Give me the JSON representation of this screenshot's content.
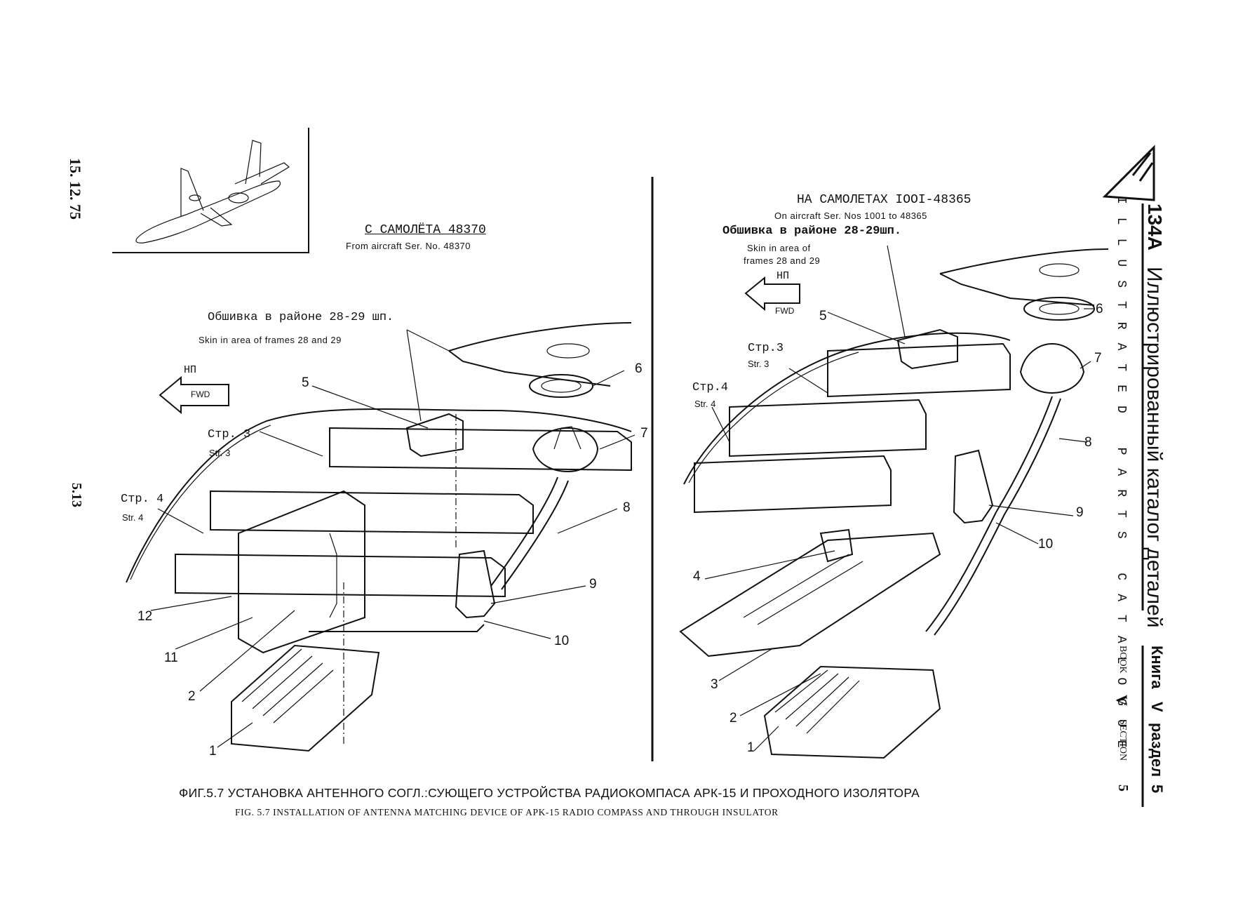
{
  "margin": {
    "date": "15. 12. 75",
    "page_number": "5.13"
  },
  "side_header": {
    "model": "134A",
    "title_ru": "Иллюстрированный каталог деталей",
    "title_en": "ILLUSTRATED PARTS CATALOGUE",
    "book_ru_label": "Книга",
    "book_value": "V",
    "section_ru_label": "раздел",
    "section_value": "5",
    "book_en_label": "BOOK",
    "section_en_label": "SECTION"
  },
  "left_view": {
    "heading_ru": "С САМОЛЁТА 48370",
    "heading_en": "From aircraft Ser. No. 48370",
    "skin_ru": "Обшивка в районе 28-29 шп.",
    "skin_en": "Skin in area of frames 28 and 29",
    "fwd_ru": "НП",
    "fwd_en": "FWD",
    "str3_ru": "Стр. 3",
    "str3_en": "Str. 3",
    "str4_ru": "Стр. 4",
    "str4_en": "Str. 4",
    "callouts": [
      "1",
      "2",
      "5",
      "6",
      "7",
      "8",
      "9",
      "10",
      "11",
      "12"
    ]
  },
  "right_view": {
    "heading_ru": "НА САМОЛЕТАХ IOOI-48365",
    "heading_en": "On aircraft Ser. Nos 1001 to 48365",
    "skin_ru": "Обшивка в районе 28-29шп.",
    "skin_en_1": "Skin in area of",
    "skin_en_2": "frames 28 and 29",
    "fwd_ru": "НП",
    "fwd_en": "FWD",
    "str3_ru": "Стр.3",
    "str3_en": "Str. 3",
    "str4_ru": "Стр.4",
    "str4_en": "Str. 4",
    "callouts": [
      "1",
      "2",
      "3",
      "4",
      "5",
      "6",
      "7",
      "8",
      "9",
      "10"
    ]
  },
  "caption": {
    "ru": "ФИГ.5.7  УСТАНОВКА АНТЕННОГО СОГЛ.:СУЮЩЕГО УСТРОЙСТВА РАДИОКОМПАСА АРК-15 И ПРОХОДНОГО ИЗОЛЯТОРА",
    "en": "FIG. 5.7 INSTALLATION OF ANTENNA MATCHING DEVICE OF APK-15 RADIO COMPASS AND THROUGH INSULATOR"
  }
}
